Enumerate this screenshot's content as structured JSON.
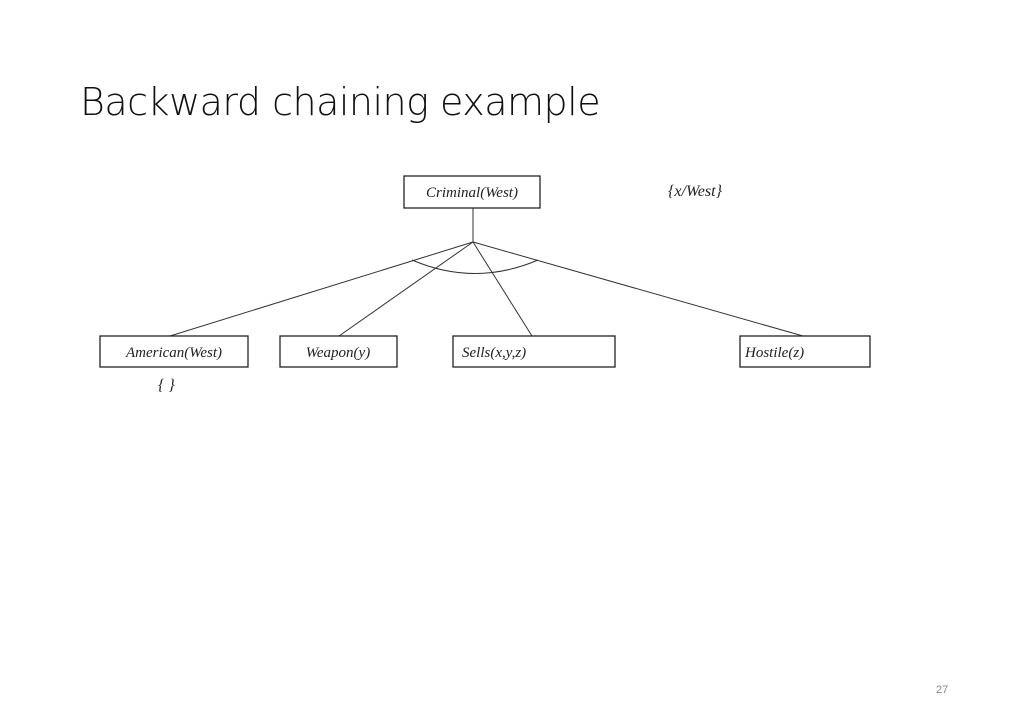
{
  "slide": {
    "title": "Backward chaining example",
    "page_number": "27"
  },
  "tree": {
    "root": {
      "label": "Criminal(West)",
      "substitution": "{x/West}"
    },
    "children": [
      {
        "label": "American(West)",
        "substitution": "{ }"
      },
      {
        "label": "Weapon(y)",
        "substitution": ""
      },
      {
        "label": "Sells(x,y,z)",
        "substitution": ""
      },
      {
        "label": "Hostile(z)",
        "substitution": ""
      }
    ]
  }
}
